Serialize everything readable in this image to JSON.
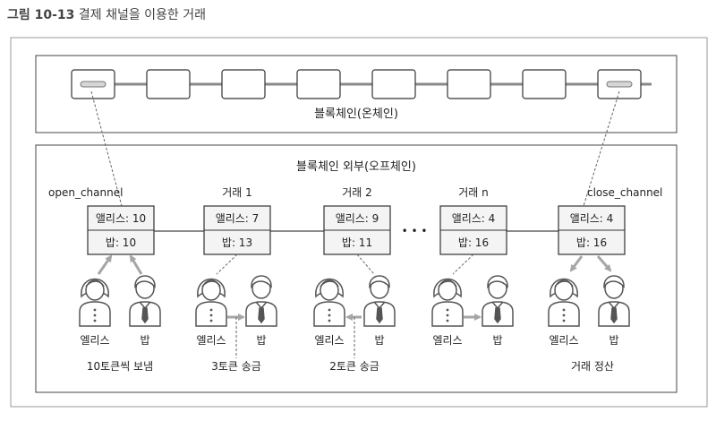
{
  "caption": {
    "prefix": "그림 10-13",
    "title": "결제 채널을 이용한 거래"
  },
  "onchain": {
    "label": "블록체인(온체인)",
    "block_count": 8
  },
  "offchain": {
    "label": "블록체인 외부(오프체인)"
  },
  "ellipsis": "• • •",
  "participants": {
    "alice": "엘리스",
    "bob": "밥"
  },
  "states": [
    {
      "title": "open_channel",
      "alice": "앨리스: 10",
      "bob": "밥: 10"
    },
    {
      "title": "거래 1",
      "alice": "앨리스: 7",
      "bob": "밥: 13"
    },
    {
      "title": "거래 2",
      "alice": "앨리스: 9",
      "bob": "밥: 11"
    },
    {
      "title": "거래 n",
      "alice": "앨리스: 4",
      "bob": "밥: 16"
    },
    {
      "title": "close_channel",
      "alice": "앨리스: 4",
      "bob": "밥: 16"
    }
  ],
  "actions": [
    "10토큰씩 보냄",
    "3토큰 송금",
    "2토큰 송금",
    "",
    "거래 정산"
  ],
  "colors": {
    "box_fill": "#f4f4f4",
    "box_stroke": "#333333",
    "line_gray": "#8a8a8a",
    "arrow_gray": "#a6a6a6",
    "person_stroke": "#555555"
  }
}
